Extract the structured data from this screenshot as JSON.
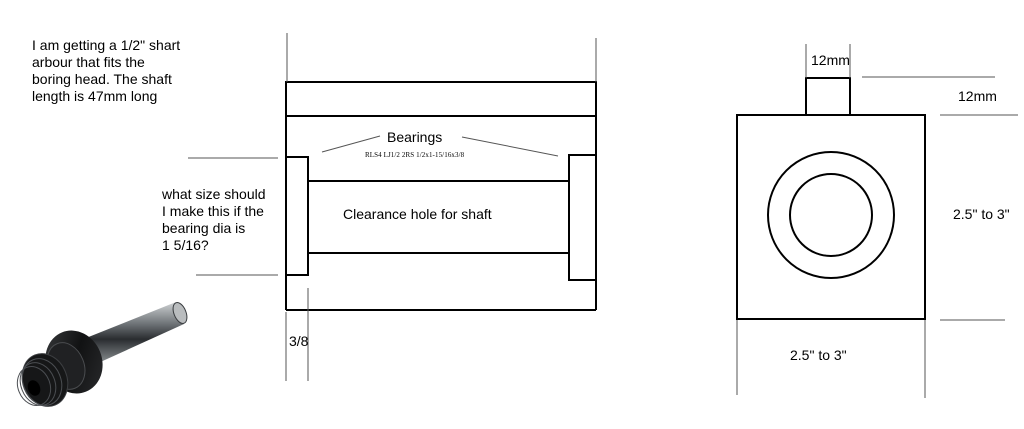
{
  "notes": {
    "intro_lines": [
      "I am getting a 1/2\" shart",
      "arbour that fits the",
      "boring head.  The shaft",
      "length is 47mm long"
    ],
    "question_lines": [
      "what size should",
      "I make this if the",
      "bearing dia is",
      "1 5/16?"
    ]
  },
  "side_view": {
    "bearings_label": "Bearings",
    "bearing_spec": "RLS4 LJ1/2 2RS 1/2x1-15/16x3/8",
    "clearance_label": "Clearance hole for shaft",
    "bearing_width_dim": "3/8"
  },
  "end_view": {
    "boss_width_dim": "12mm",
    "boss_height_dim": "12mm",
    "height_dim": "2.5\" to 3\"",
    "width_dim": "2.5\" to 3\""
  },
  "colors": {
    "line": "#000000",
    "background": "#ffffff",
    "dim_line": "#555555"
  },
  "photo": {
    "icon": "arbour-shaft-photo"
  }
}
